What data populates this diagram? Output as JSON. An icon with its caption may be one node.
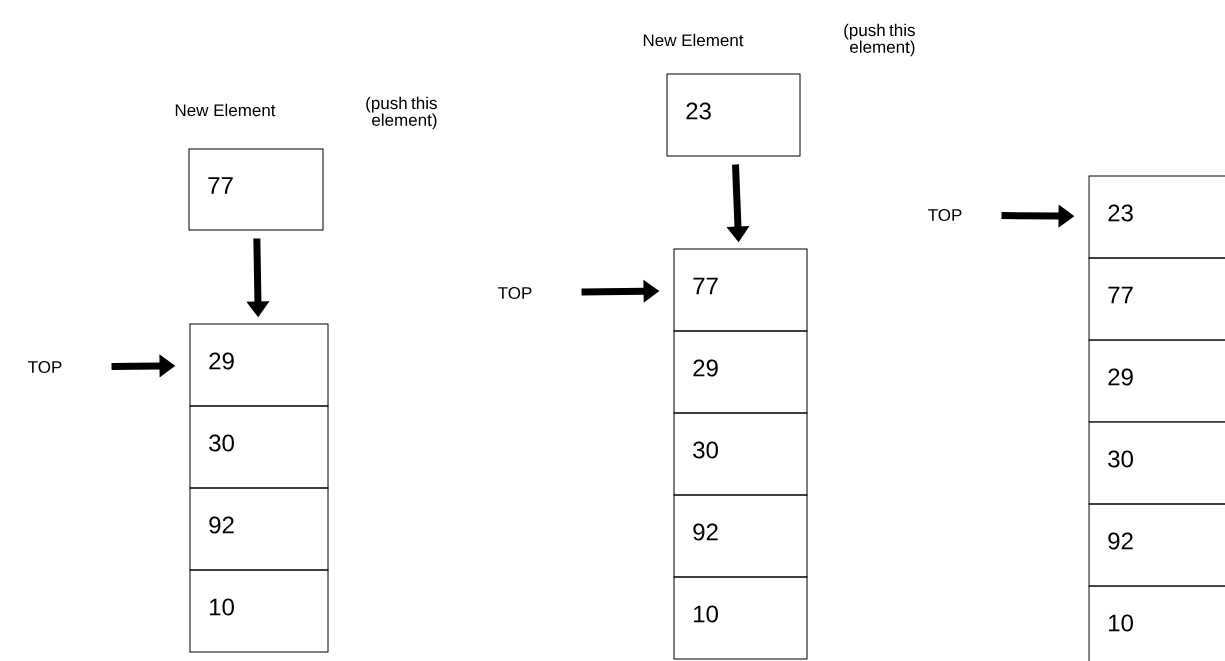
{
  "diagram": {
    "nodes": [
      {
        "text": [
          "77"
        ],
        "beside": [
          "New Element",
          "(push this element)"
        ]
      },
      {
        "text": [
          "TOP"
        ]
      },
      {
        "text": [
          "29"
        ]
      },
      {
        "text": [
          "30"
        ]
      },
      {
        "text": [
          "92"
        ]
      },
      {
        "text": [
          "10"
        ]
      },
      {
        "text": [
          "23"
        ],
        "beside": [
          "New Element",
          "(push this element)"
        ]
      },
      {
        "text": [
          "TOP"
        ]
      },
      {
        "text": [
          "77"
        ]
      },
      {
        "text": [
          "29"
        ]
      },
      {
        "text": [
          "30"
        ]
      },
      {
        "text": [
          "92"
        ]
      },
      {
        "text": [
          "10"
        ]
      },
      {
        "text": [
          "TOP"
        ]
      },
      {
        "text": [
          "23"
        ]
      },
      {
        "text": [
          "77"
        ]
      },
      {
        "text": [
          "29"
        ]
      },
      {
        "text": [
          "30"
        ]
      },
      {
        "text": [
          "92"
        ]
      },
      {
        "text": [
          "10"
        ]
      }
    ],
    "edges": [
      {
        "from": 0,
        "to": 2,
        "arrow": "to"
      },
      {
        "from": 1,
        "to": 2,
        "arrow": "to"
      },
      {
        "from": 6,
        "to": 8,
        "arrow": "to"
      },
      {
        "from": 7,
        "to": 8,
        "arrow": "to"
      },
      {
        "from": 13,
        "to": 14,
        "arrow": "to"
      }
    ]
  }
}
